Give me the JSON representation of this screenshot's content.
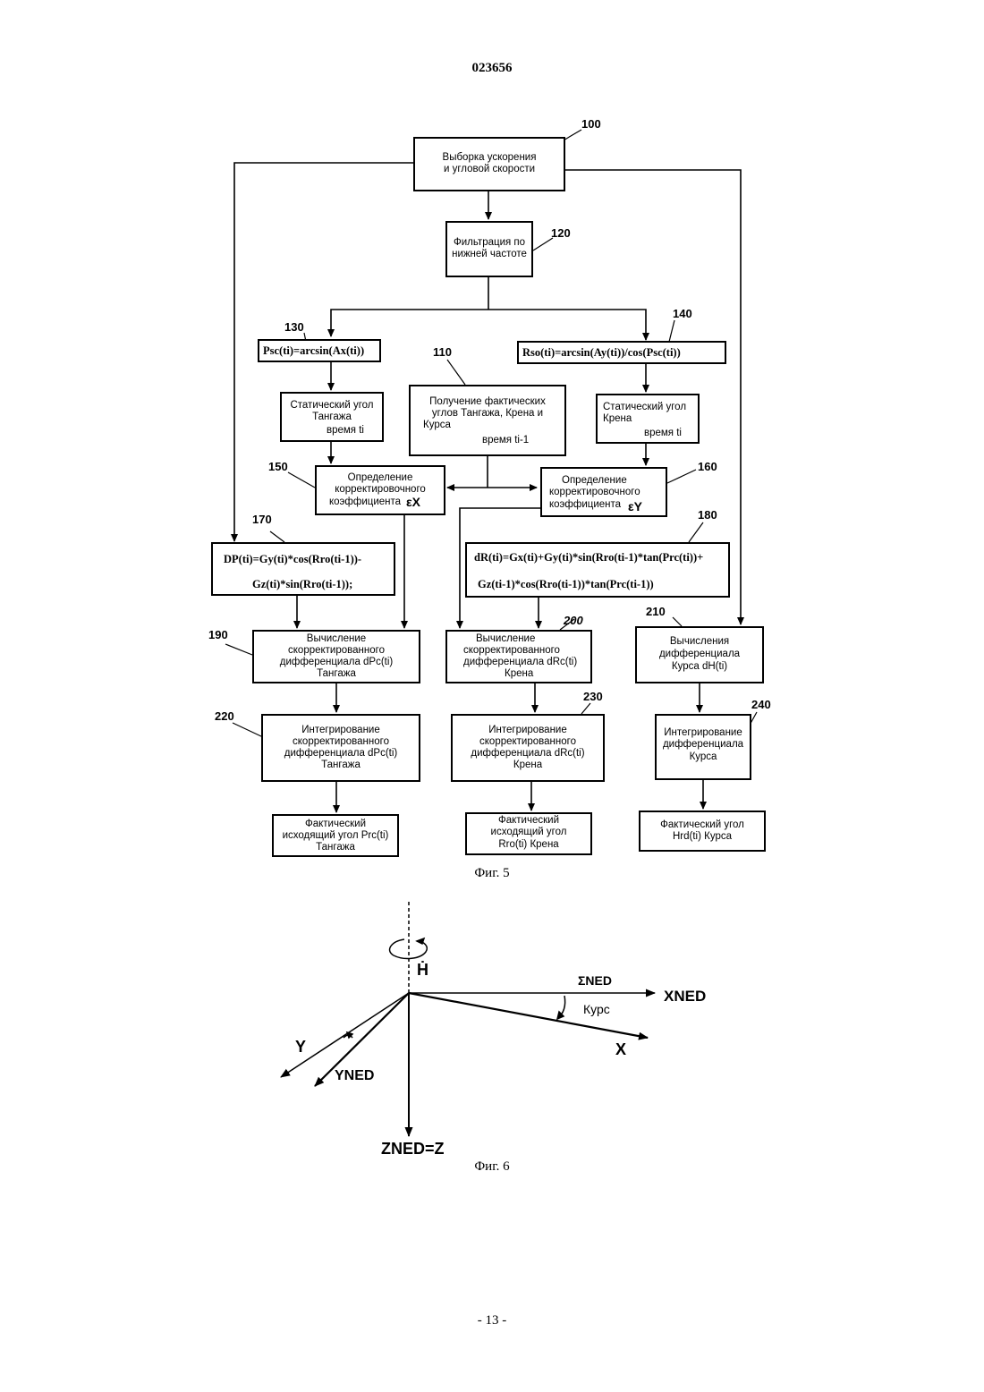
{
  "header": {
    "doc_number": "023656"
  },
  "fig5": {
    "b100": {
      "num": "100",
      "l1": "Выборка ускорения",
      "l2": "и угловой скорости"
    },
    "b120": {
      "num": "120",
      "l1": "Фильтрация по",
      "l2": "нижней частоте"
    },
    "b130": {
      "num": "130",
      "formula": "Psc(ti)=arcsin(Ax(ti))"
    },
    "b140": {
      "num": "140",
      "formula": "Rso(ti)=arcsin(Ay(ti))/cos(Psc(ti))"
    },
    "b110": {
      "num": "110",
      "l1": "Получение фактических",
      "l2": "углов Тангажа, Крена и",
      "l3": "Курса",
      "l4": "время ti-1"
    },
    "static_pitch": {
      "l1": "Статический угол",
      "l2": "Тангажа",
      "l3": "время ti"
    },
    "static_roll": {
      "l1": "Статический угол",
      "l2": "Крена",
      "l3": "время ti"
    },
    "b150": {
      "num": "150",
      "l1": "Определение",
      "l2": "корректировочного",
      "l3": "коэффициента",
      "sym": "εX"
    },
    "b160": {
      "num": "160",
      "l1": "Определение",
      "l2": "корректировочного",
      "l3": "коэффициента",
      "sym": "εY"
    },
    "b170": {
      "num": "170",
      "f1": "DP(ti)=Gy(ti)*cos(Rro(ti-1))-",
      "f2": "Gz(ti)*sin(Rro(ti-1));"
    },
    "b180": {
      "num": "180",
      "f1": "dR(ti)=Gx(ti)+Gy(ti)*sin(Rro(ti-1)*tan(Prc(ti))+",
      "f2": "Gz(ti-1)*cos(Rro(ti-1))*tan(Prc(ti-1))"
    },
    "b190": {
      "num": "190",
      "l1": "Вычисление",
      "l2": "скорректированного",
      "l3": "дифференциала dPc(ti)",
      "l4": "Тангажа"
    },
    "b200": {
      "num": "200",
      "l1": "Вычисление",
      "l2": "скорректированного",
      "l3": "дифференциала dRc(ti)",
      "l4": "Крена"
    },
    "b210": {
      "num": "210",
      "l1": "Вычисления",
      "l2": "дифференциала",
      "l3": "Курса dH(ti)"
    },
    "b220": {
      "num": "220",
      "l1": "Интегрирование",
      "l2": "скорректированного",
      "l3": "дифференциала dPc(ti)",
      "l4": "Тангажа"
    },
    "b230": {
      "num": "230",
      "l1": "Интегрирование",
      "l2": "скорректированного",
      "l3": "дифференциала dRc(ti)",
      "l4": "Крена"
    },
    "b240": {
      "num": "240",
      "l1": "Интегрирование",
      "l2": "дифференциала",
      "l3": "Курса"
    },
    "out_pitch": {
      "l1": "Фактический",
      "l2": "исходящий угол Prc(ti)",
      "l3": "Тангажа"
    },
    "out_roll": {
      "l1": "Фактический",
      "l2": "исходящий угол",
      "l3": "Rro(ti) Крена"
    },
    "out_yaw": {
      "l1": "Фактический угол",
      "l2": "Hrd(ti) Курса"
    },
    "caption": "Фиг. 5"
  },
  "fig6": {
    "h_dot": "Ḣ",
    "sigma": "ΣNED",
    "x_ned": "XNED",
    "kurs": "Курс",
    "x": "X",
    "y": "Y",
    "y_ned": "YNED",
    "z": "ZNED=Z",
    "caption": "Фиг. 6"
  },
  "footer": {
    "page": "- 13 -"
  }
}
